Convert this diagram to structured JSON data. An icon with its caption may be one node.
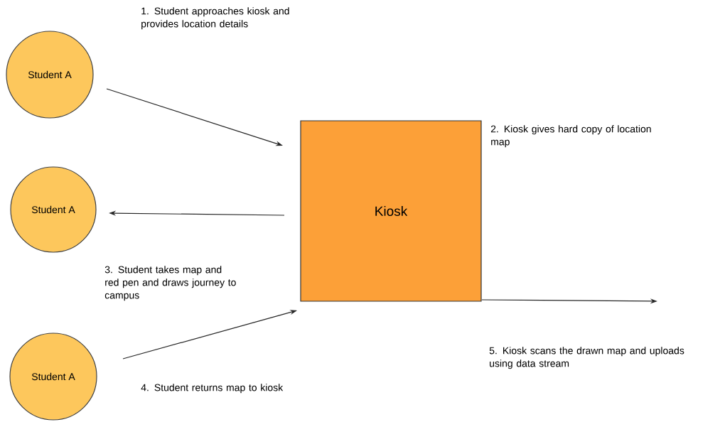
{
  "diagram": {
    "nodes": [
      {
        "text": [
          "Student A"
        ]
      },
      {
        "text": [
          "Kiosk"
        ]
      },
      {
        "text": [
          "Student A"
        ]
      },
      {
        "text": [
          "Student A"
        ]
      }
    ],
    "edges": [
      {
        "from": 0,
        "to": 1,
        "arrow": "to"
      },
      {
        "from": 1,
        "to": 2,
        "arrow": "to"
      },
      {
        "from": 3,
        "to": 1,
        "arrow": "to"
      },
      {
        "from": 1,
        "to": null,
        "arrow": "to"
      }
    ],
    "labels": [
      "1. Student approaches kiosk and provides location details",
      "2. Kiosk gives hard copy of location map",
      "3. Student takes map and red pen and draws journey to campus",
      "4. Student returns map to kiosk",
      "5. Kiosk scans the drawn map and uploads using data stream"
    ]
  }
}
